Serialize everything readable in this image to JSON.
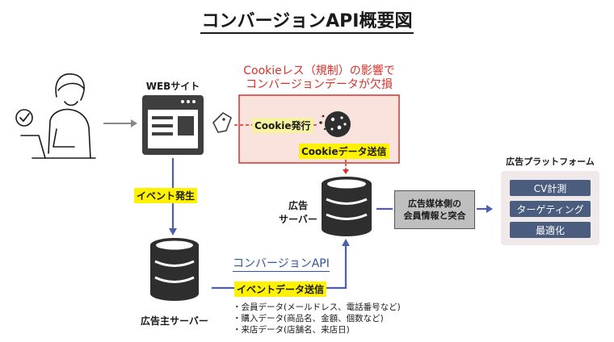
{
  "title": "コンバージョンAPI概要図",
  "web_site_label": "WEBサイト",
  "warning": {
    "line1": "Cookieレス（規制）の影響で",
    "line2": "コンバージョンデータが欠損"
  },
  "cookie_issue_label": "Cookie発行",
  "cookie_send_label": "Cookieデータ送信",
  "event_occur_label": "イベント発生",
  "ad_server_label_1": "広告",
  "ad_server_label_2": "サーバー",
  "advertiser_server_label": "広告主サーバー",
  "conversion_api_label": "コンバージョンAPI",
  "event_send_label": "イベントデータ送信",
  "match_box": {
    "line1": "広告媒体側の",
    "line2": "会員情報と突合"
  },
  "platform": {
    "title": "広告プラットフォーム",
    "items": [
      "CV計測",
      "ターゲティング",
      "最適化"
    ]
  },
  "data_list": [
    "・会員データ(メールドレス、電話番号など)",
    "・購入データ(商品名、金額、個数など)",
    "・来店データ(店舗名、来店日)"
  ],
  "colors": {
    "warning_red": "#d6312b",
    "highlight_yellow": "#fff200",
    "api_blue": "#2f55a4",
    "arrow_blue": "#4a5fb0",
    "platform_button": "#4a5d7e",
    "icon_dark": "#3f3f3f"
  },
  "icons": [
    "person-at-laptop-icon",
    "checkmark-bubble-icon",
    "browser-window-icon",
    "tag-icon",
    "cookie-icon",
    "database-icon"
  ]
}
